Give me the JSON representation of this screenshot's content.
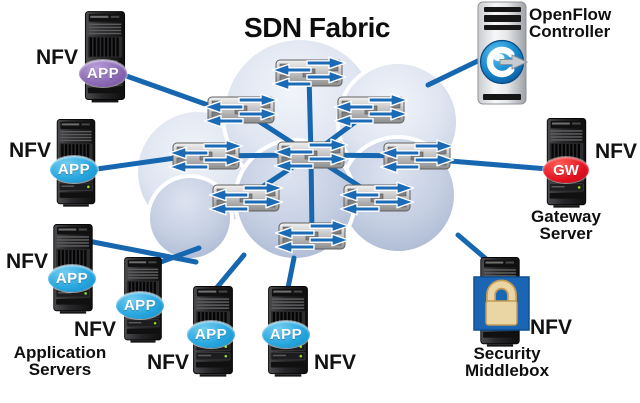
{
  "title": "SDN Fabric",
  "labels": {
    "nfv": "NFV"
  },
  "badges": {
    "app": "APP",
    "gw": "GW"
  },
  "captions": {
    "controller": {
      "line1": "OpenFlow",
      "line2": "Controller"
    },
    "gateway": {
      "line1": "Gateway",
      "line2": "Server"
    },
    "security": {
      "line1": "Security",
      "line2": "Middlebox"
    },
    "app_servers": {
      "line1": "Application",
      "line2": "Servers"
    }
  },
  "colors": {
    "link_blue": "#1767b0",
    "switch_arrow_blue": "#1b6ab5",
    "app_badge_blue": "#29a7e0",
    "app_badge_purple": "#8a68b4",
    "gw_badge_red": "#e3101f",
    "security_panel_blue": "#1a66b4",
    "padlock_gold": "#e9d6a4",
    "cloud_light": "#e7ebf5",
    "cloud_shade": "#b4c0da"
  },
  "icons": [
    "sdn-switch-icon",
    "server-tower-icon",
    "openflow-controller-tower-icon",
    "openflow-logo-icon",
    "padlock-icon",
    "cloud-icon"
  ]
}
